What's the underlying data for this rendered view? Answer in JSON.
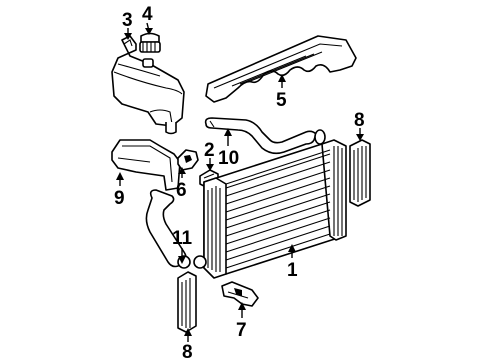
{
  "callouts": {
    "radiator": "1",
    "drain_cock": "2",
    "reservoir": "3",
    "reservoir_cap": "4",
    "engine_cover": "5",
    "upper_bracket": "6",
    "lower_bracket": "7",
    "side_seal_right": "8",
    "side_seal_left": "8",
    "air_baffle": "9",
    "upper_hose": "10",
    "lower_hose": "11"
  }
}
